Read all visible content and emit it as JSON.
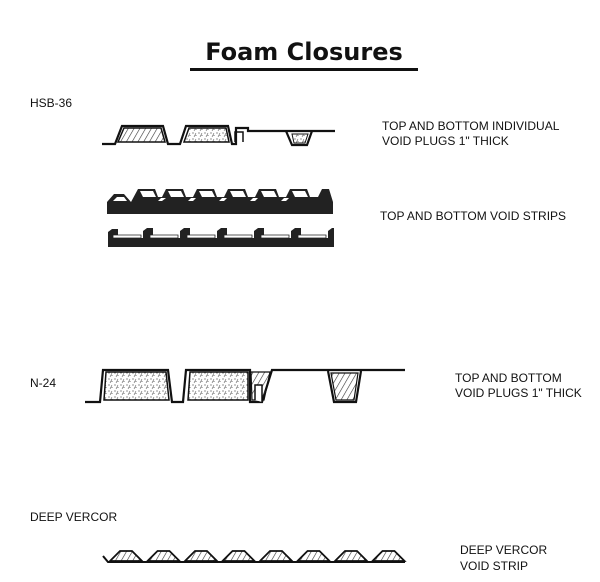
{
  "title": "Foam Closures",
  "sections": [
    {
      "name": "HSB-36",
      "captions": [
        {
          "lines": [
            "TOP AND BOTTOM INDIVIDUAL",
            "VOID PLUGS 1\" THICK"
          ]
        },
        {
          "lines": [
            "TOP AND BOTTOM VOID STRIPS"
          ]
        }
      ]
    },
    {
      "name": "N-24",
      "captions": [
        {
          "lines": [
            "TOP AND BOTTOM",
            "VOID PLUGS 1\" THICK"
          ]
        }
      ]
    },
    {
      "name": "DEEP VERCOR",
      "captions": [
        {
          "lines": [
            "DEEP VERCOR",
            "VOID STRIP"
          ]
        }
      ]
    }
  ]
}
